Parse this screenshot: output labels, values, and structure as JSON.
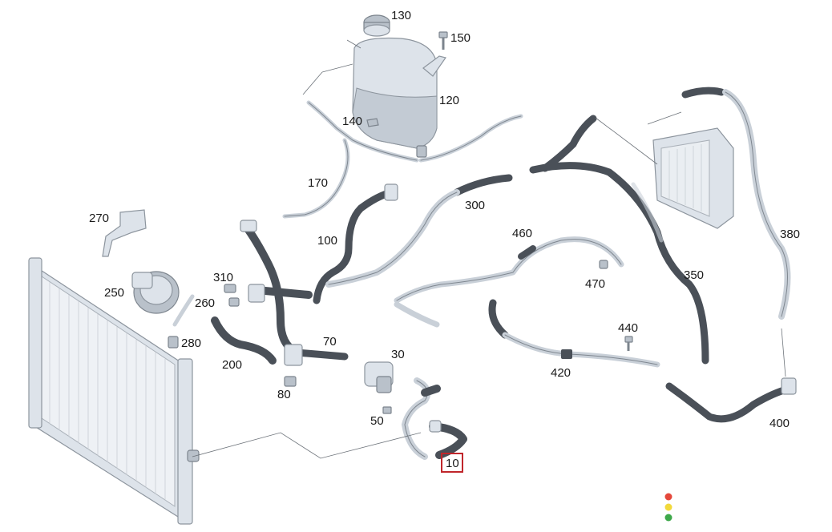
{
  "diagram": {
    "highlighted_part": "10",
    "callouts": [
      {
        "id": "p10",
        "label": "10"
      },
      {
        "id": "p30",
        "label": "30"
      },
      {
        "id": "p50",
        "label": "50"
      },
      {
        "id": "p70",
        "label": "70"
      },
      {
        "id": "p80",
        "label": "80"
      },
      {
        "id": "p100",
        "label": "100"
      },
      {
        "id": "p120",
        "label": "120"
      },
      {
        "id": "p130",
        "label": "130"
      },
      {
        "id": "p140",
        "label": "140"
      },
      {
        "id": "p150",
        "label": "150"
      },
      {
        "id": "p170",
        "label": "170"
      },
      {
        "id": "p200",
        "label": "200"
      },
      {
        "id": "p250",
        "label": "250"
      },
      {
        "id": "p260",
        "label": "260"
      },
      {
        "id": "p270",
        "label": "270"
      },
      {
        "id": "p280",
        "label": "280"
      },
      {
        "id": "p300",
        "label": "300"
      },
      {
        "id": "p310",
        "label": "310"
      },
      {
        "id": "p350",
        "label": "350"
      },
      {
        "id": "p380",
        "label": "380"
      },
      {
        "id": "p400",
        "label": "400"
      },
      {
        "id": "p420",
        "label": "420"
      },
      {
        "id": "p440",
        "label": "440"
      },
      {
        "id": "p460",
        "label": "460"
      },
      {
        "id": "p470",
        "label": "470"
      }
    ],
    "status_dots": {
      "red": "#e5483b",
      "yellow": "#f2d93b",
      "green": "#3ea84a"
    },
    "colors": {
      "highlight": "#c0262b",
      "hose_dark": "#4a5058",
      "hose_light": "#c9d0d8"
    }
  }
}
